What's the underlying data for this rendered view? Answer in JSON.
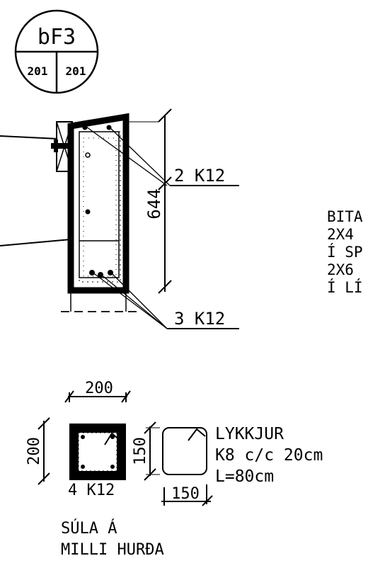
{
  "detail_tag": {
    "top": "bF3",
    "bottom_left": "201",
    "bottom_right": "201"
  },
  "beam_section": {
    "height_dim": "644",
    "top_bars": "2 K12",
    "bottom_bars": "3 K12"
  },
  "side_note": [
    "BITA",
    "2X4",
    "Í SP",
    "2X6",
    "Í LÍ"
  ],
  "column_section": {
    "width_dim": "200",
    "height_dim": "200",
    "bars": "4 K12",
    "title_line1": "SÚLA Á",
    "title_line2": "MILLI HURÐA"
  },
  "stirrup": {
    "height_dim": "150",
    "width_dim": "150",
    "label_line1": "LYKKJUR",
    "label_line2": "K8 c/c 20cm",
    "label_line3": "L=80cm"
  },
  "colors": {
    "ink": "#000000",
    "paper": "#ffffff"
  }
}
